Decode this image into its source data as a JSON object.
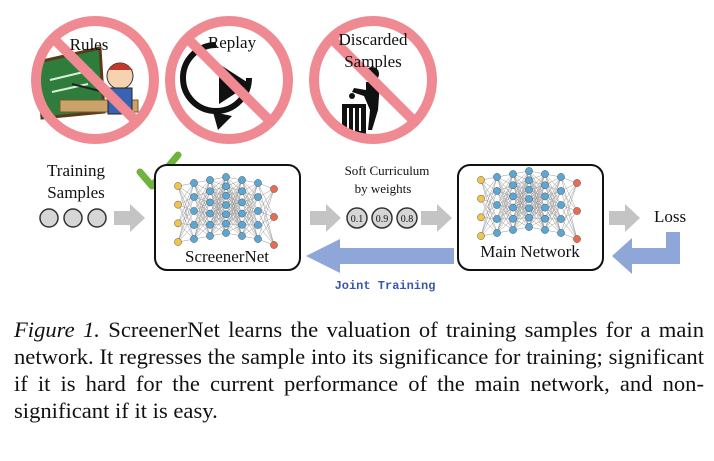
{
  "forbidden_signs": {
    "rules": "Rules",
    "replay": "Replay",
    "discarded_line1": "Discarded",
    "discarded_line2": "Samples"
  },
  "training_samples": {
    "line1": "Training",
    "line2": "Samples"
  },
  "screenernet": {
    "label": "ScreenerNet"
  },
  "soft_curriculum": {
    "line1": "Soft Curriculum",
    "line2": "by weights"
  },
  "weights": [
    "0.1",
    "0.9",
    "0.8"
  ],
  "main_network": {
    "label": "Main Network"
  },
  "loss": {
    "label": "Loss"
  },
  "joint_training": {
    "label": "Joint Training"
  },
  "caption": {
    "figure_label": "Figure 1.",
    "text": " ScreenerNet learns the valuation of training samples for a main network. It regresses the sample into its significance for training; significant if it is hard for the current performance of the main network, and non-significant if it is easy."
  },
  "colors": {
    "prohibition_red": "#f08a92",
    "arrow_gray": "#c4c4c4",
    "arrow_blue": "#8ea6d8",
    "check_green": "#6fb23e",
    "joint_text_blue": "#3b58a8",
    "node_yellow": "#f3c44b",
    "node_blue": "#5aa7d6",
    "node_red": "#ea6b4f"
  }
}
